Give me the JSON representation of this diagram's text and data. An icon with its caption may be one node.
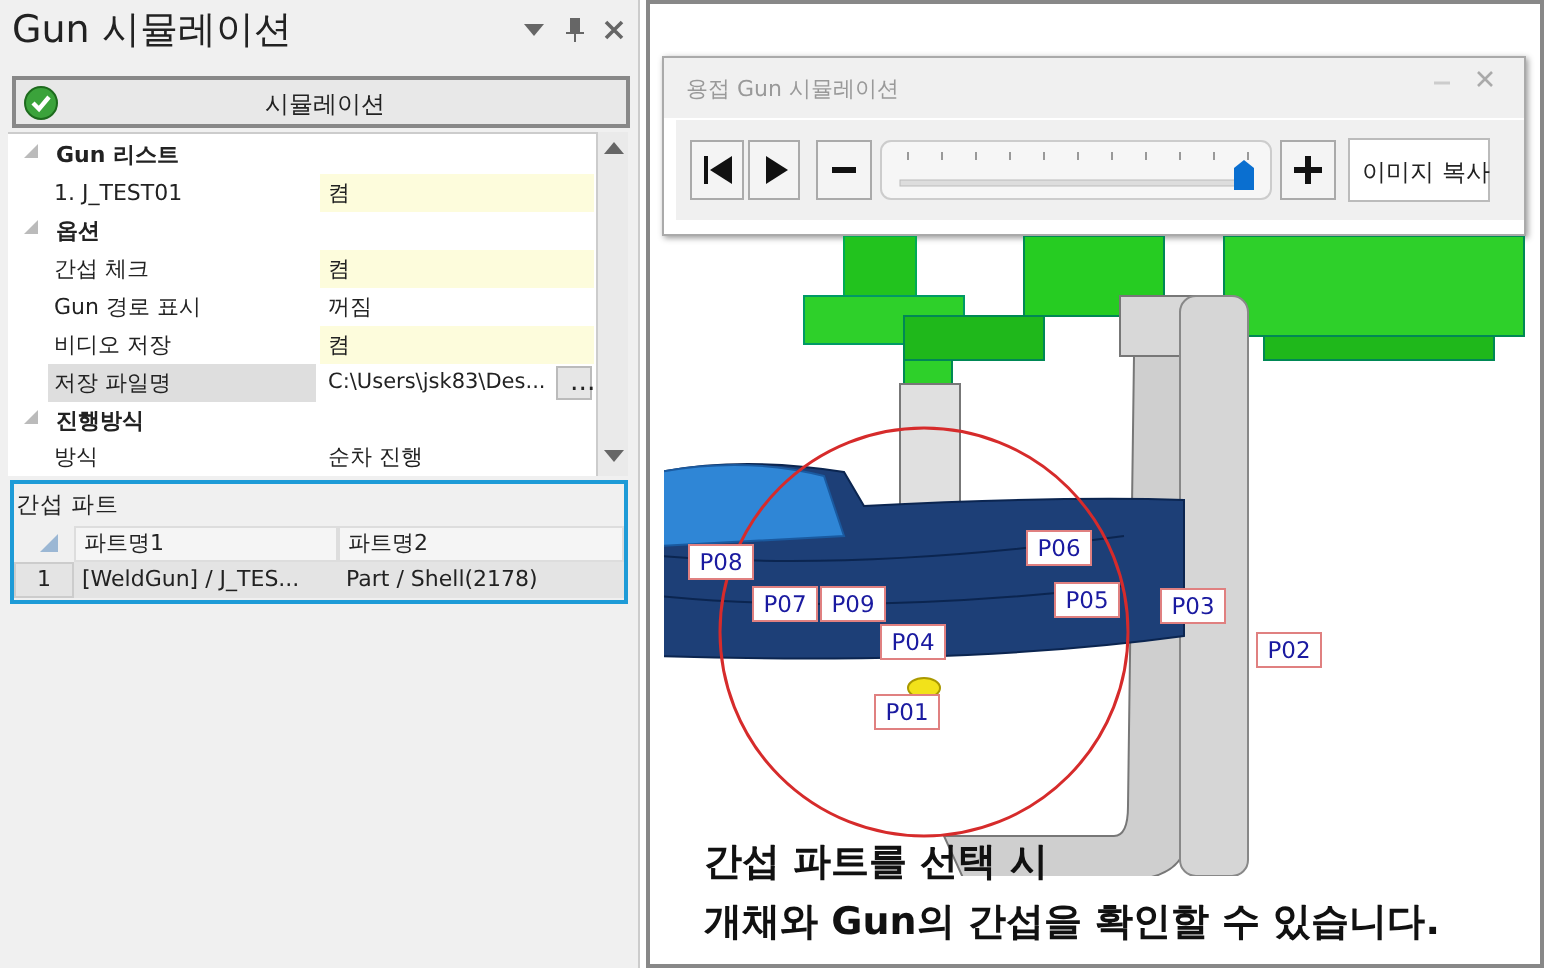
{
  "diagram": {
    "title": "Gun 시뮬레이션",
    "labels": [
      "시뮬레이션",
      "Gun 리스트",
      "1. J_TEST01",
      "켬",
      "옵션",
      "간섭 체크",
      "켬",
      "Gun 경로 표시",
      "꺼짐",
      "비디오 저장",
      "켬",
      "저장 파일명",
      "C:\\Users\\jsk83\\Des...",
      "...",
      "진행방식",
      "방식",
      "순차 진행",
      "간섭 파트",
      "파트명1",
      "파트명2",
      "1",
      "[WeldGun] / J_TES...",
      "Part / Shell(2178)",
      "용접 Gun 시뮬레이션",
      "이미지 복사",
      "P06",
      "P08",
      "P07",
      "P09",
      "P05",
      "P03",
      "P04",
      "P02",
      "P01",
      "간섭 파트를 선택 시",
      "개채와 Gun의 간섭을 확인할 수 있습니다."
    ]
  }
}
